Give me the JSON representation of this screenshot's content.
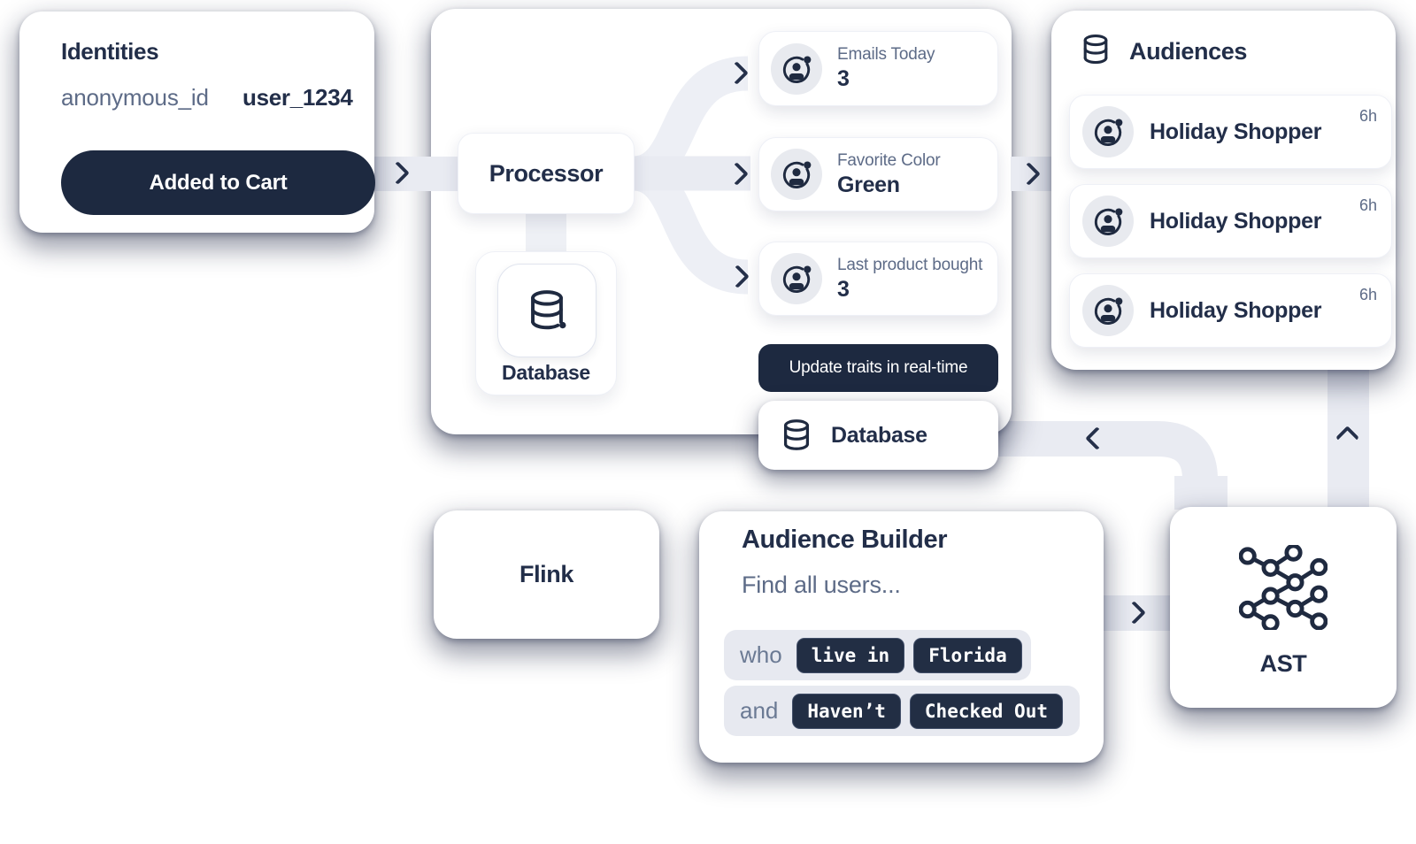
{
  "identities": {
    "title": "Identities",
    "anonymous_label": "anonymous_id",
    "user_value": "user_1234",
    "event_button": "Added to Cart"
  },
  "pipeline": {
    "processor_label": "Processor",
    "database_label": "Database",
    "traits": [
      {
        "label": "Emails Today",
        "value": "3"
      },
      {
        "label": "Favorite Color",
        "value": "Green"
      },
      {
        "label": "Last product bought",
        "value": "3"
      }
    ],
    "update_note": "Update traits in real-time"
  },
  "database_out": {
    "label": "Database"
  },
  "audiences": {
    "title": "Audiences",
    "items": [
      {
        "name": "Holiday Shopper",
        "refresh": "6h"
      },
      {
        "name": "Holiday Shopper",
        "refresh": "6h"
      },
      {
        "name": "Holiday Shopper",
        "refresh": "6h"
      }
    ]
  },
  "flink": {
    "label": "Flink"
  },
  "audience_builder": {
    "title": "Audience Builder",
    "subtitle": "Find all users...",
    "rules": [
      {
        "connector": "who",
        "chips": [
          "live in",
          "Florida"
        ]
      },
      {
        "connector": "and",
        "chips": [
          "Haven’t",
          "Checked Out"
        ]
      }
    ]
  },
  "ast": {
    "label": "AST"
  },
  "icons": {
    "database": "database-cylinder",
    "persona": "user-in-orbit-circle",
    "ast": "network-graph",
    "chevron": "chevron-arrow"
  },
  "colors": {
    "navy": "#1d2940",
    "text_navy": "#222e49",
    "slate": "#5d6b87",
    "band": "#e9ebf2",
    "badge": "#e8eaef"
  }
}
